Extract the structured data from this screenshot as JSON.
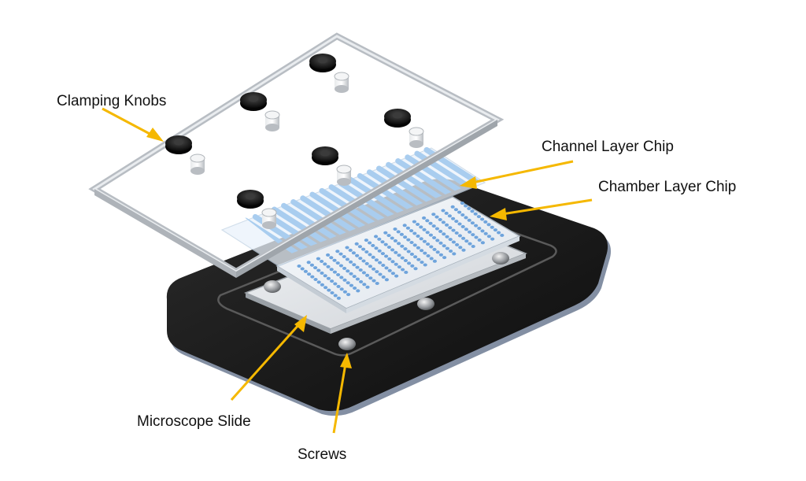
{
  "labels": {
    "clamping_knobs": "Clamping Knobs",
    "channel_layer_chip": "Channel Layer Chip",
    "chamber_layer_chip": "Chamber Layer Chip",
    "microscope_slide": "Microscope Slide",
    "screws": "Screws"
  },
  "colors": {
    "arrow": "#f5b800",
    "base": "#1a1a1a",
    "frame": "#c9cdd2",
    "channel": "#a9cdef",
    "chamber_dot": "#6fa4dc",
    "slide": "#e3e6ea",
    "screw": "#8a8d91",
    "knob": "#121212"
  },
  "counts": {
    "channel_strips": 22,
    "chamber_rows": 18,
    "chamber_cols": 13,
    "knobs": 6,
    "screws": 4
  }
}
